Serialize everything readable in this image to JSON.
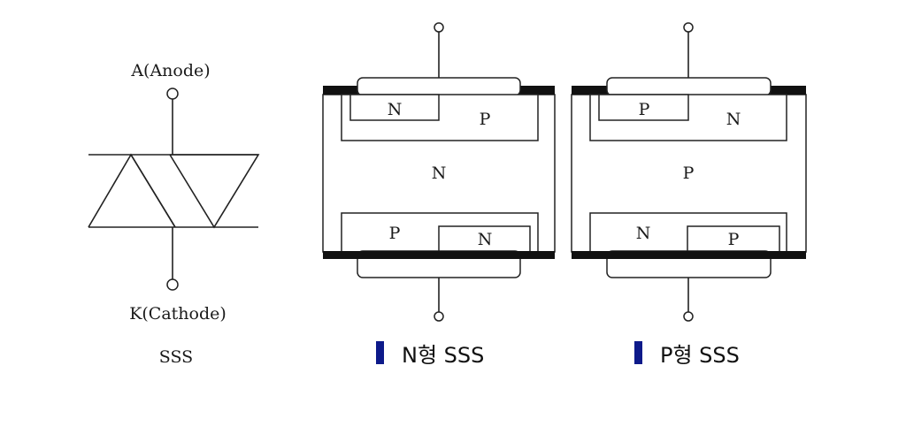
{
  "symbol": {
    "anode_label": "A(Anode)",
    "cathode_label": "K(Cathode)",
    "caption": "SSS"
  },
  "n_type": {
    "caption": "N형 SSS",
    "top_left_region": "N",
    "top_right_region": "P",
    "middle_region": "N",
    "bottom_left_region": "P",
    "bottom_right_region": "N"
  },
  "p_type": {
    "caption": "P형 SSS",
    "top_left_region": "P",
    "top_right_region": "N",
    "middle_region": "P",
    "bottom_left_region": "N",
    "bottom_right_region": "P"
  },
  "colors": {
    "caption_marker": "#0d1a8a",
    "line": "#222222",
    "contact_bar": "#111111"
  }
}
